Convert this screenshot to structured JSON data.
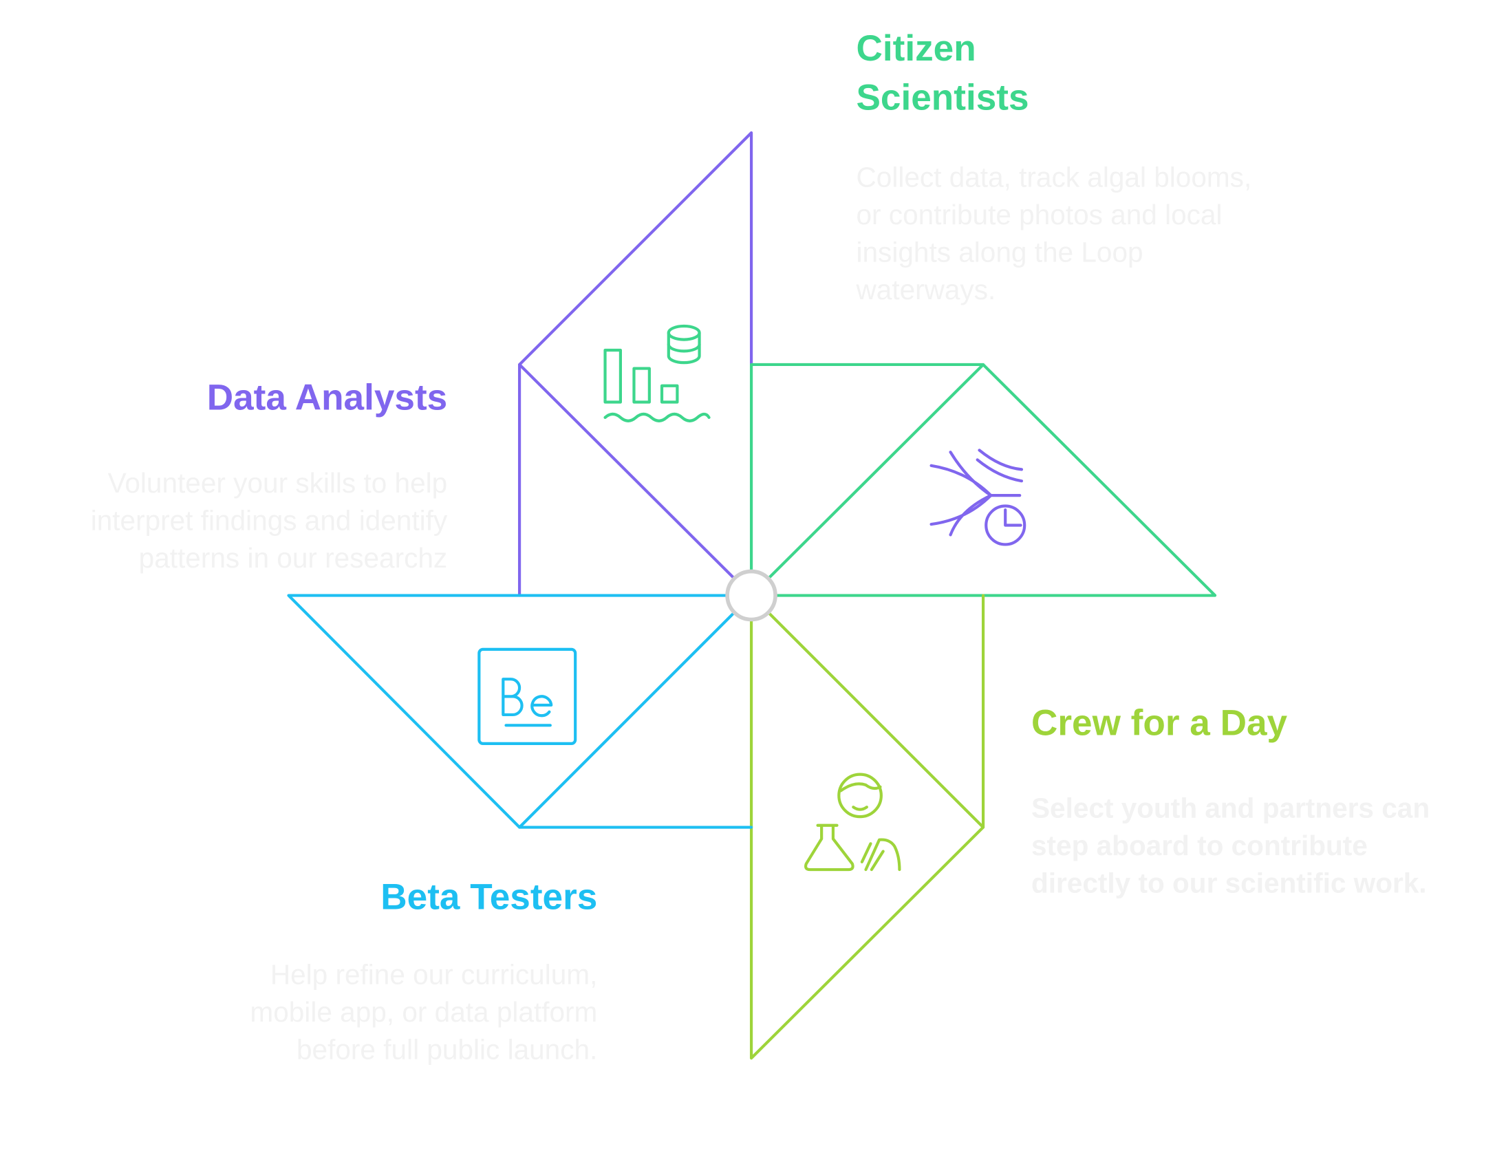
{
  "colors": {
    "purple": "#8066EE",
    "green": "#3DD68C",
    "lime": "#9ED43A",
    "blue": "#1DBFF2",
    "hub": "#CFCFCF",
    "desc_text": "#F2F2F2"
  },
  "blades": [
    {
      "id": "citizen-scientists",
      "title": "Citizen Scientists",
      "title_lines": [
        "Citizen",
        "Scientists"
      ],
      "description": "Collect data, track algal blooms, or contribute photos and local insights along the Loop waterways.",
      "color": "#3DD68C",
      "icon": "wind-chart-icon"
    },
    {
      "id": "data-analysts",
      "title": "Data Analysts",
      "description": "Volunteer your skills to help interpret findings and identify patterns in our researchz",
      "color": "#8066EE",
      "icon": "bar-chart-database-icon"
    },
    {
      "id": "crew-for-a-day",
      "title": "Crew for a Day",
      "description": "Select youth and partners can step aboard to contribute directly to our scientific work.",
      "color": "#9ED43A",
      "icon": "scientist-icon"
    },
    {
      "id": "beta-testers",
      "title": "Beta Testers",
      "description": "Help refine our curriculum, mobile app, or data platform before full public launch.",
      "color": "#1DBFF2",
      "icon": "behance-icon"
    }
  ]
}
